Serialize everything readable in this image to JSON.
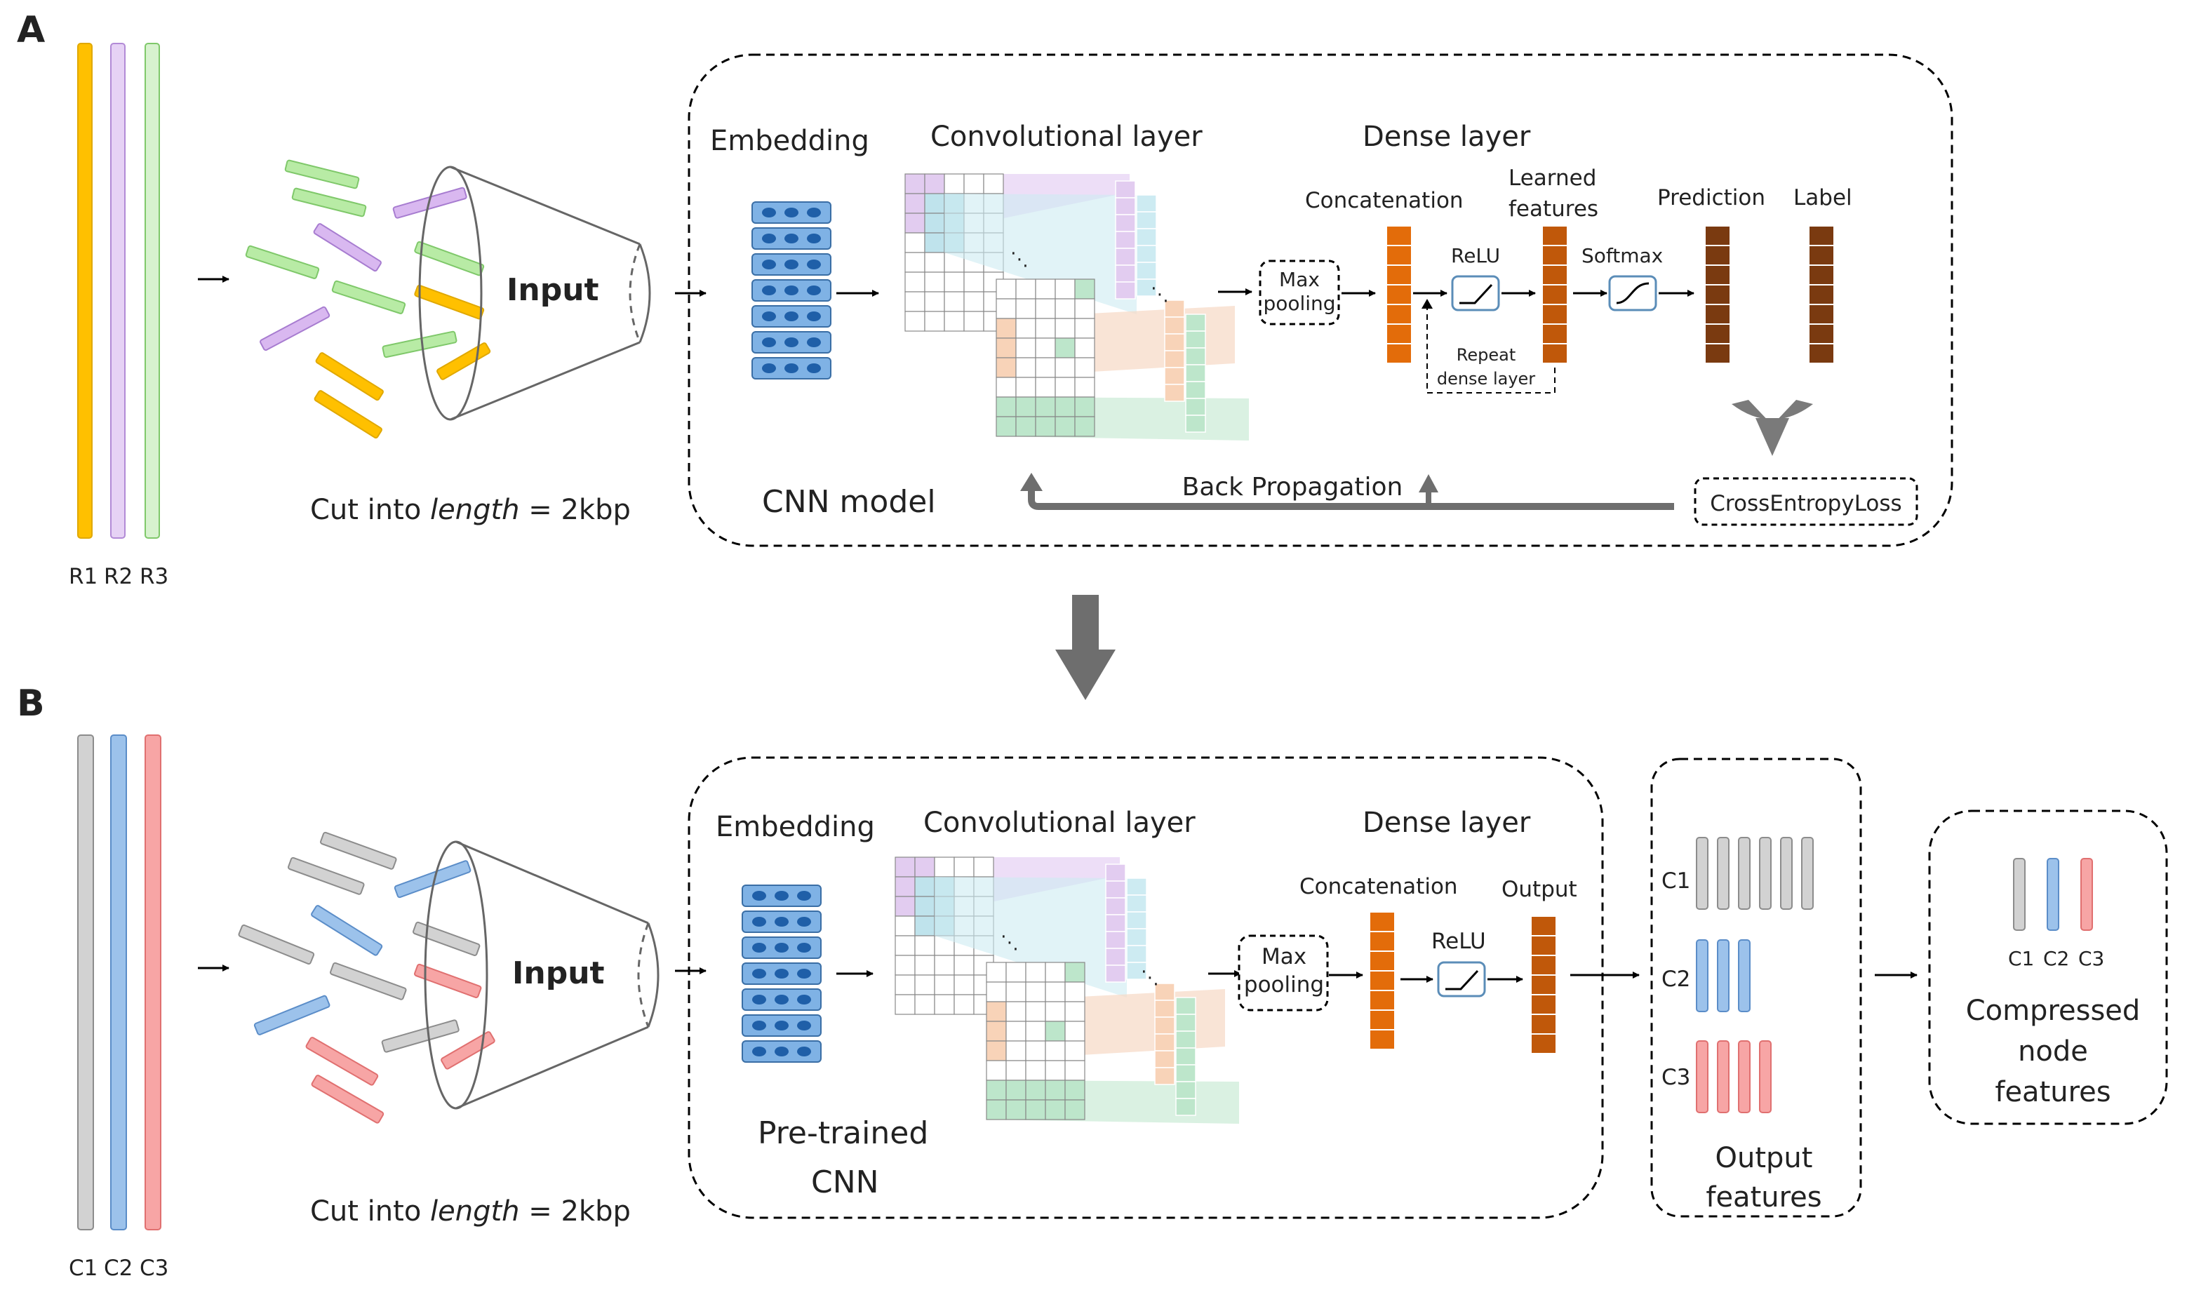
{
  "panel_a": {
    "letter": "A",
    "strand_labels": [
      "R1",
      "R2",
      "R3"
    ],
    "input_label": "Input",
    "cut_prefix": "Cut into ",
    "cut_italic": "length",
    "cut_suffix": " = 2kbp",
    "embedding": "Embedding",
    "conv_layer": "Convolutional layer",
    "dense_layer": "Dense layer",
    "concatenation": "Concatenation",
    "learned_features_1": "Learned",
    "learned_features_2": "features",
    "prediction": "Prediction",
    "label": "Label",
    "max_pooling_1": "Max",
    "max_pooling_2": "pooling",
    "relu": "ReLU",
    "softmax": "Softmax",
    "repeat_1": "Repeat",
    "repeat_2": "dense layer",
    "model_name": "CNN model",
    "back_propagation": "Back Propagation",
    "loss": "CrossEntropyLoss"
  },
  "panel_b": {
    "letter": "B",
    "strand_labels": [
      "C1",
      "C2",
      "C3"
    ],
    "input_label": "Input",
    "cut_prefix": "Cut into ",
    "cut_italic": "length",
    "cut_suffix": " = 2kbp",
    "embedding": "Embedding",
    "conv_layer": "Convolutional layer",
    "dense_layer": "Dense layer",
    "concatenation": "Concatenation",
    "output": "Output",
    "max_pooling_1": "Max",
    "max_pooling_2": "pooling",
    "relu": "ReLU",
    "model_name_1": "Pre-trained",
    "model_name_2": "CNN",
    "feature_rows": [
      "C1",
      "C2",
      "C3"
    ],
    "output_features_1": "Output",
    "output_features_2": "features",
    "compressed_labels": [
      "C1",
      "C2",
      "C3"
    ],
    "compressed_1": "Compressed",
    "compressed_2": "node",
    "compressed_3": "features"
  },
  "colors": {
    "r1": "#FFC000",
    "r2": "#CC99E8",
    "r3": "#92D97F",
    "c1": "#C8C8C8",
    "c2": "#8FB8E6",
    "c3": "#F59A9A",
    "embedding": "#5B9BD5",
    "concat": "#E36C0A",
    "dense_dark": "#8B3E0F",
    "arrow_gray": "#6E6E6E"
  }
}
